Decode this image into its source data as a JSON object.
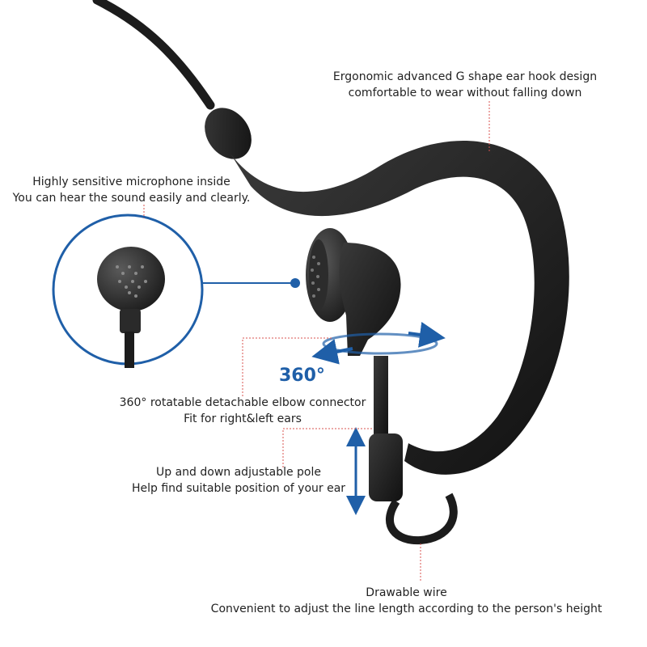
{
  "callouts": {
    "ear_hook": {
      "line1": "Ergonomic advanced G shape ear hook design",
      "line2": "comfortable to wear without falling down"
    },
    "microphone": {
      "line1": "Highly sensitive microphone inside",
      "line2": "You can hear the sound easily and clearly."
    },
    "elbow": {
      "line1": "360° rotatable detachable elbow connector",
      "line2": "Fit for right&left ears"
    },
    "rotation_label": "360°",
    "pole": {
      "line1": "Up and down adjustable pole",
      "line2": "Help find suitable position of your ear"
    },
    "wire": {
      "line1": "Drawable wire",
      "line2": "Convenient to adjust the line length according to the person's height"
    }
  },
  "colors": {
    "accent_blue": "#1f5fa8",
    "leader_red": "#d9534f",
    "product_black": "#1c1c1c"
  }
}
